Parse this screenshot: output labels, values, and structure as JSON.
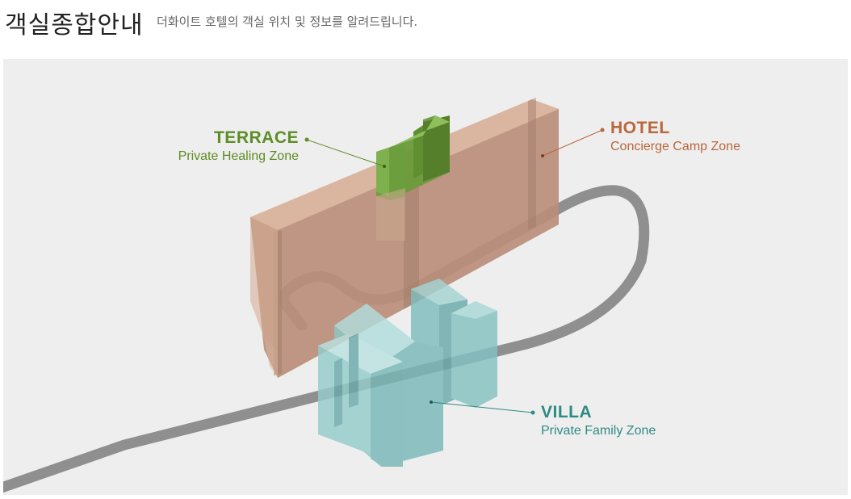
{
  "header": {
    "title": "객실종합안내",
    "subtitle": "더화이트 호텔의 객실 위치 및 정보를 알려드립니다."
  },
  "zones": [
    {
      "id": "terrace",
      "name": "TERRACE",
      "description": "Private Healing Zone",
      "color": "#5d8d25"
    },
    {
      "id": "hotel",
      "name": "HOTEL",
      "description": "Concierge Camp Zone",
      "color": "#b9673d"
    },
    {
      "id": "villa",
      "name": "VILLA",
      "description": "Private Family Zone",
      "color": "#2f8a84"
    }
  ]
}
